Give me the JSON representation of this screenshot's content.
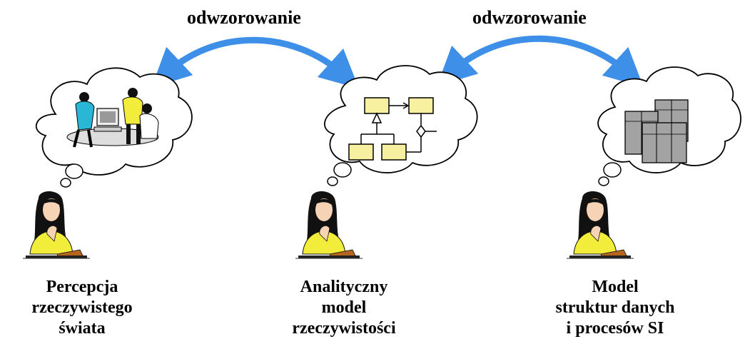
{
  "arrows": [
    {
      "label": "odwzorowanie",
      "color": "#3d8fe8"
    },
    {
      "label": "odwzorowanie",
      "color": "#3d8fe8"
    }
  ],
  "columns": [
    {
      "label_lines": [
        "Percepcja",
        "rzeczywistego",
        "świata"
      ],
      "thought": "people-at-computer-icon"
    },
    {
      "label_lines": [
        "Analityczny",
        "model",
        "rzeczywistości"
      ],
      "thought": "class-diagram-icon"
    },
    {
      "label_lines": [
        "Model",
        "struktur danych",
        "i procesów SI"
      ],
      "thought": "server-rack-icon"
    }
  ],
  "colors": {
    "box_fill": "#f6f0a0",
    "server_fill": "#a3a3a3",
    "hair": "#111111",
    "shirt": "#f2ec3a",
    "skin": "#f6d3b4"
  }
}
